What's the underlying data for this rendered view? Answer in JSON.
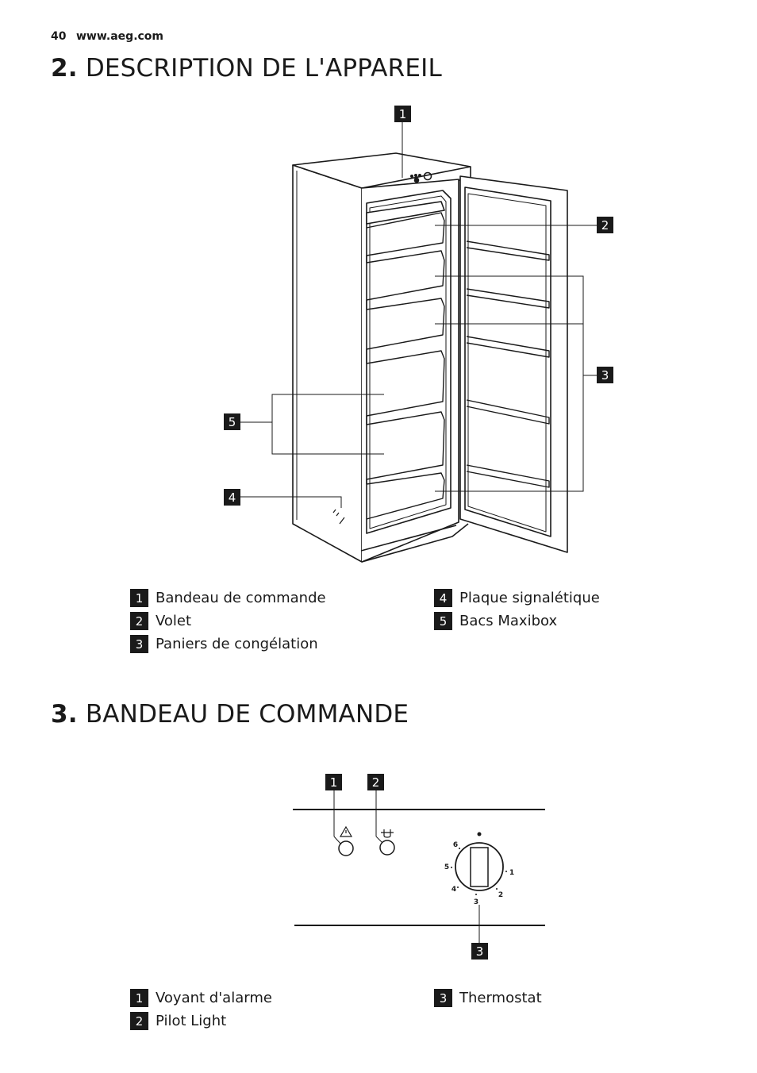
{
  "header": {
    "page_number": "40",
    "url": "www.aeg.com"
  },
  "section2": {
    "number": "2.",
    "title": "DESCRIPTION DE L'APPAREIL",
    "callouts": [
      "1",
      "2",
      "3",
      "4",
      "5"
    ],
    "legend": [
      {
        "num": "1",
        "text": "Bandeau de commande"
      },
      {
        "num": "2",
        "text": "Volet"
      },
      {
        "num": "3",
        "text": "Paniers de congélation"
      },
      {
        "num": "4",
        "text": "Plaque signalétique"
      },
      {
        "num": "5",
        "text": "Bacs Maxibox"
      }
    ]
  },
  "section3": {
    "number": "3.",
    "title": "BANDEAU DE COMMANDE",
    "callouts": [
      "1",
      "2",
      "3"
    ],
    "dial_marks": [
      "6",
      "5",
      "4",
      "3",
      "2",
      "1"
    ],
    "legend": [
      {
        "num": "1",
        "text": "Voyant d'alarme"
      },
      {
        "num": "2",
        "text": "Pilot Light"
      },
      {
        "num": "3",
        "text": "Thermostat"
      }
    ]
  }
}
